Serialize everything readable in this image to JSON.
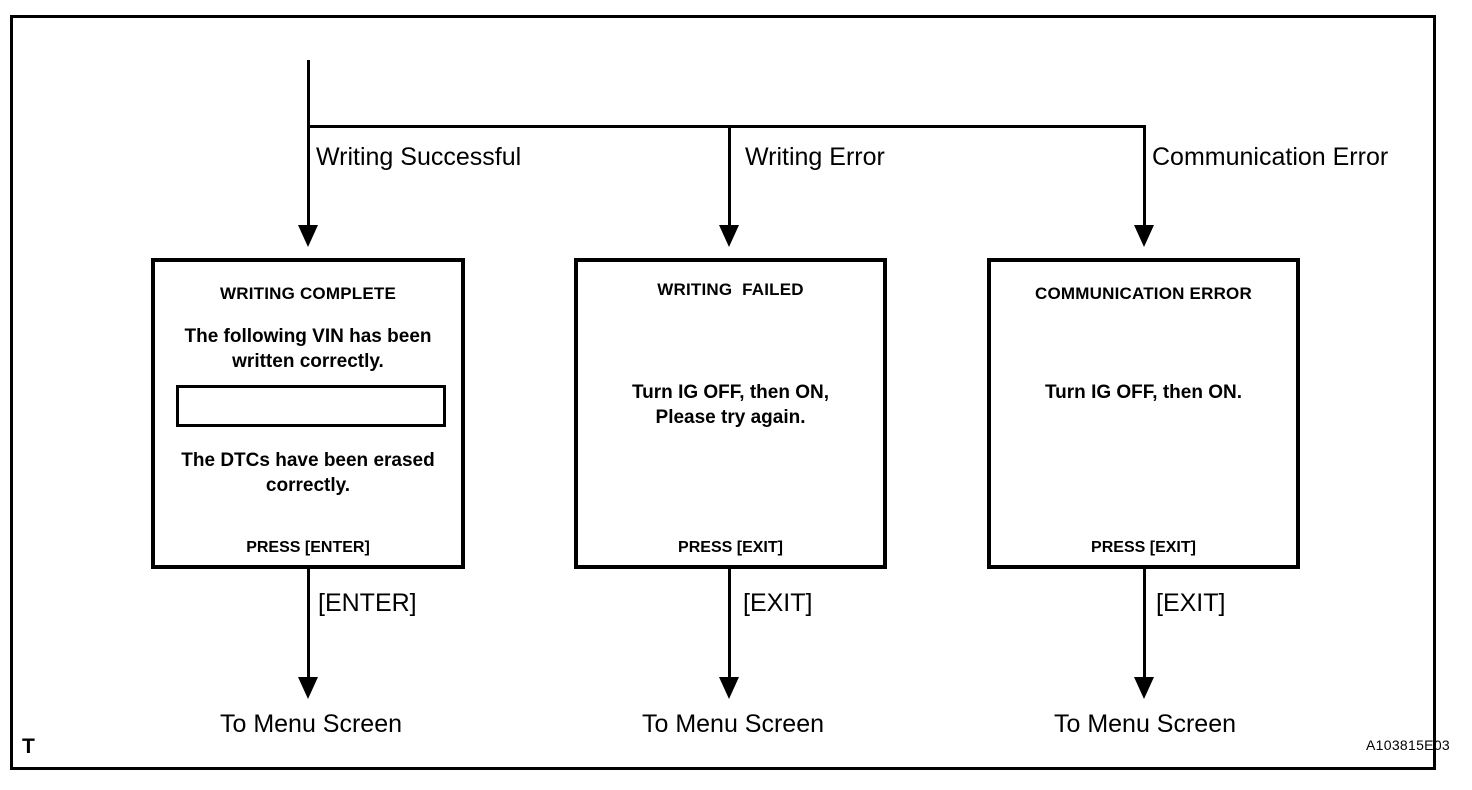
{
  "figure": {
    "corner_mark": "T",
    "figure_code": "A103815E03"
  },
  "branches": [
    {
      "label": "Writing Successful"
    },
    {
      "label": "Writing Error"
    },
    {
      "label": "Communication Error"
    }
  ],
  "screens": [
    {
      "title": "WRITING COMPLETE",
      "body_top": "The following VIN has been\nwritten correctly.",
      "has_input_field": true,
      "input_value": "",
      "body_bottom": "The DTCs have been erased\ncorrectly.",
      "footer": "PRESS [ENTER]"
    },
    {
      "title": "WRITING  FAILED",
      "body_top": "",
      "has_input_field": false,
      "input_value": "",
      "body_bottom": "Turn IG OFF, then ON,\nPlease try again.",
      "footer": "PRESS [EXIT]"
    },
    {
      "title": "COMMUNICATION ERROR",
      "body_top": "",
      "has_input_field": false,
      "input_value": "",
      "body_bottom": "Turn IG OFF, then ON.",
      "footer": "PRESS [EXIT]"
    }
  ],
  "exits": [
    {
      "key_label": "[ENTER]",
      "destination": "To Menu Screen"
    },
    {
      "key_label": "[EXIT]",
      "destination": "To Menu Screen"
    },
    {
      "key_label": "[EXIT]",
      "destination": "To Menu Screen"
    }
  ],
  "colors": {
    "line": "#000000",
    "background": "#ffffff"
  }
}
